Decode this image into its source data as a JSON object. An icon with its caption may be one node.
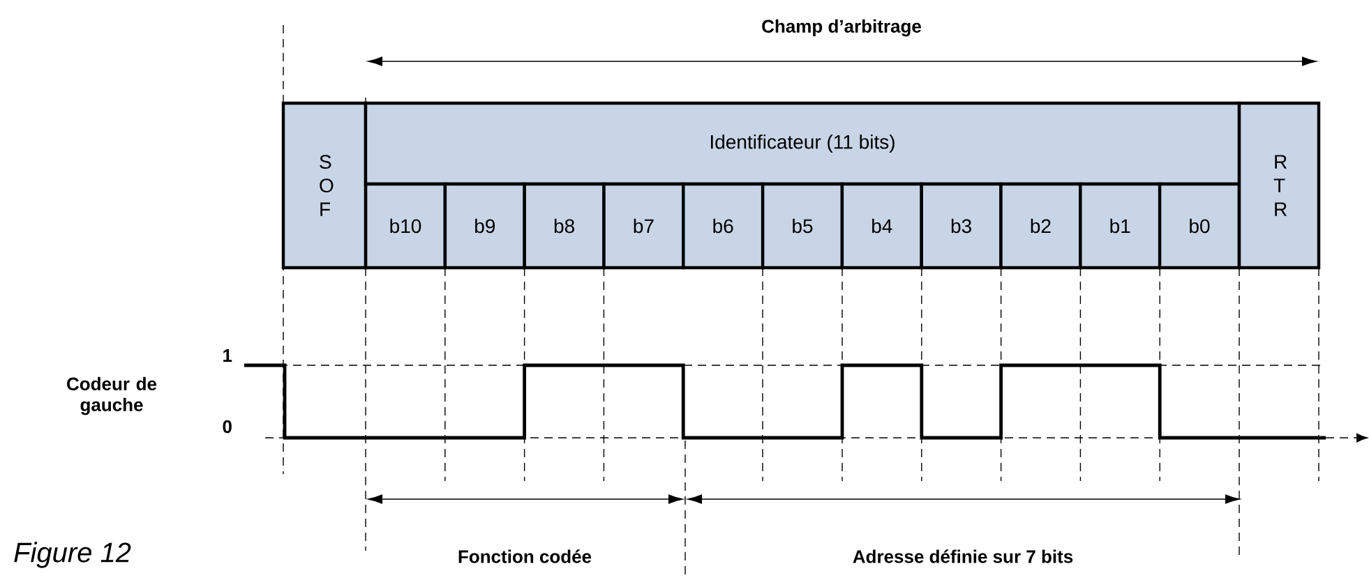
{
  "diagram": {
    "caption": "Figure 12",
    "nodes": [
      {
        "text": [
          "S O F"
        ]
      },
      {
        "text": [
          "Identificateur (11 bits)"
        ]
      },
      {
        "text": [
          "b10"
        ]
      },
      {
        "text": [
          "b9"
        ]
      },
      {
        "text": [
          "b8"
        ]
      },
      {
        "text": [
          "b7"
        ]
      },
      {
        "text": [
          "b6"
        ]
      },
      {
        "text": [
          "b5"
        ]
      },
      {
        "text": [
          "b4"
        ]
      },
      {
        "text": [
          "b3"
        ]
      },
      {
        "text": [
          "b2"
        ]
      },
      {
        "text": [
          "b1"
        ]
      },
      {
        "text": [
          "b0"
        ]
      },
      {
        "text": [
          "R T R"
        ]
      }
    ],
    "labels": [
      "Champ d’arbitrage",
      "1",
      "Codeur de gauche",
      "0",
      "Fonction codée",
      "Adresse définie sur 7 bits"
    ]
  }
}
